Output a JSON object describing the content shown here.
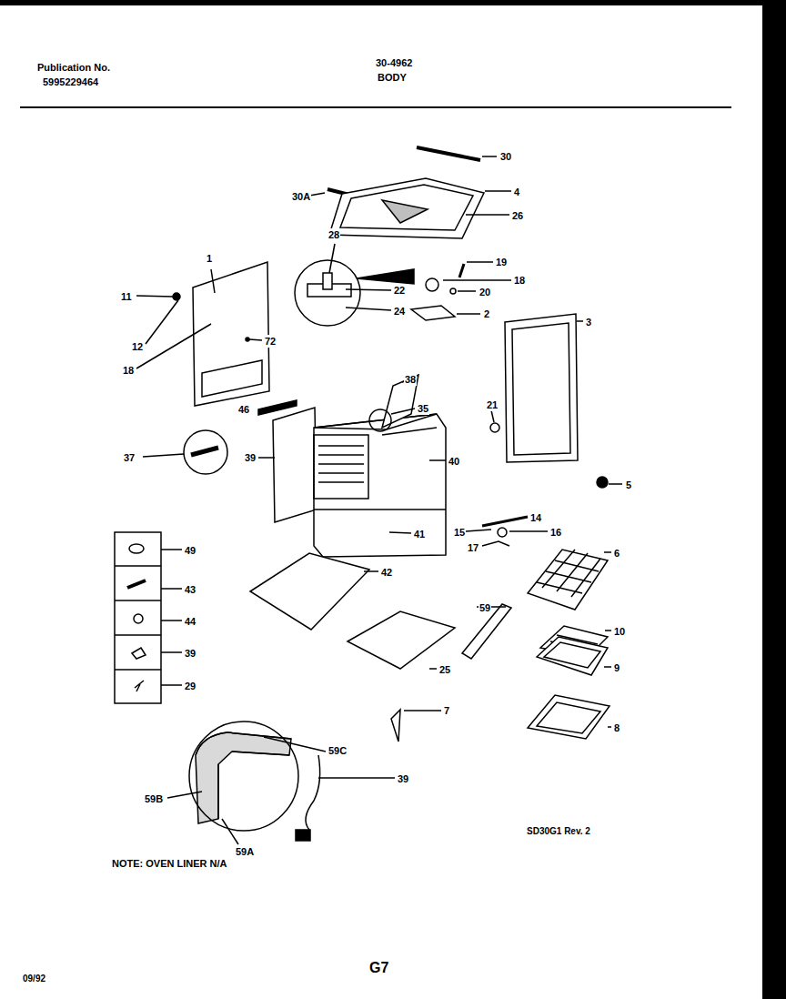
{
  "diagram": {
    "title": "BODY",
    "labels": [
      "Publication No.",
      "5995229464",
      "30-4962",
      "30",
      "30A",
      "4",
      "26",
      "28",
      "19",
      "18",
      "11",
      "1",
      "22",
      "20",
      "24",
      "2",
      "3",
      "12",
      "72",
      "18",
      "38",
      "46",
      "35",
      "21",
      "37",
      "39",
      "40",
      "5",
      "41",
      "14",
      "15",
      "16",
      "17",
      "49",
      "6",
      "43",
      "42",
      "44",
      "59",
      "10",
      "39",
      "25",
      "9",
      "29",
      "7",
      "8",
      "59C",
      "59B",
      "39",
      "59A",
      "SD30G1 Rev. 2",
      "NOTE: OVEN LINER N/A",
      "G7",
      "09/92"
    ]
  }
}
